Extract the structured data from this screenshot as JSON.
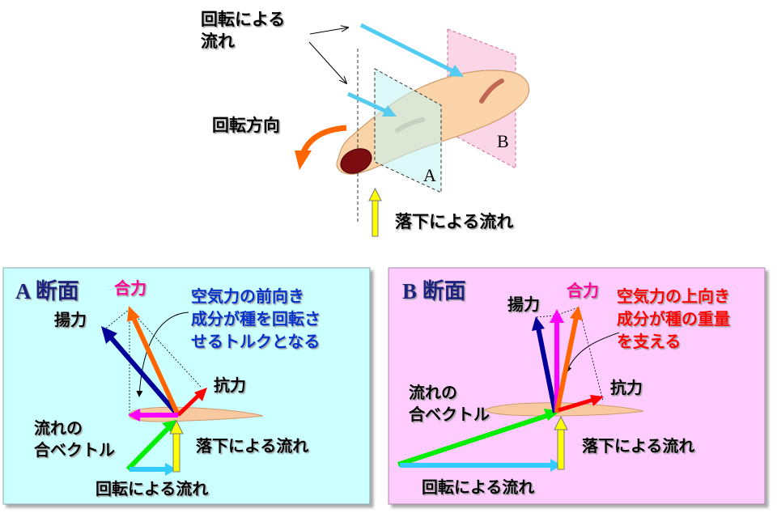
{
  "top": {
    "rotation_flow_line1": "回転による",
    "rotation_flow_line2": "流れ",
    "rotation_direction": "回転方向",
    "fall_flow": "落下による流れ",
    "section_a_letter": "A",
    "section_b_letter": "B"
  },
  "panel_a": {
    "title": "A 断面",
    "resultant_label": "合力",
    "lift_label": "揚力",
    "drag_label": "抗力",
    "note_line1": "空気力の前向き",
    "note_line2": "成分が種を回転さ",
    "note_line3": "せるトルクとなる",
    "flow_combined_line1": "流れの",
    "flow_combined_line2": "合ベクトル",
    "fall_flow": "落下による流れ",
    "rotation_flow": "回転による流れ"
  },
  "panel_b": {
    "title": "B 断面",
    "resultant_label": "合力",
    "lift_label": "揚力",
    "drag_label": "抗力",
    "note_line1": "空気力の上向き",
    "note_line2": "成分が種の重量",
    "note_line3": "を支える",
    "flow_combined_line1": "流れの",
    "flow_combined_line2": "合ベクトル",
    "fall_flow": "落下による流れ",
    "rotation_flow": "回転による流れ"
  },
  "colors": {
    "panel_a_bg": "#ccffff",
    "panel_b_bg": "#ffccff",
    "panel_a_note": "#0033cc",
    "panel_b_note": "#ff0000",
    "title": "#1a237e",
    "resultant_label": "#ff0099",
    "lift_arrow": "#000099",
    "resultant_arrow": "#ff6600",
    "drag_arrow": "#ff0000",
    "magenta_arrow": "#ff00ff",
    "combined_flow_arrow": "#00ee00",
    "rotation_flow_arrow": "#33ccff",
    "fall_flow_arrow": "#ffff00",
    "rotation_direction_arrow": "#ff6600",
    "seed_wing": "#fad3a8",
    "seed_body": "#7b0c10"
  }
}
